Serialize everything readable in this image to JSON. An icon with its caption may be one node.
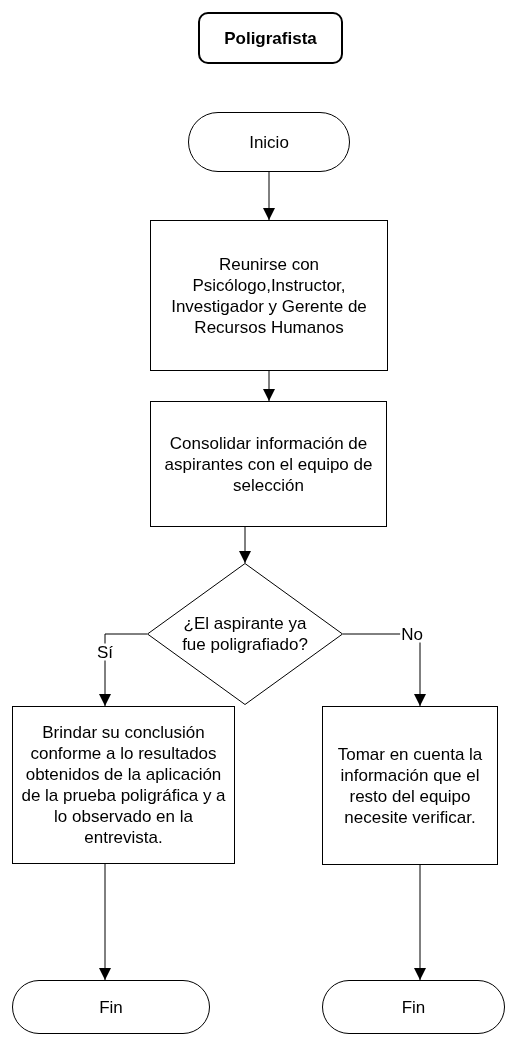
{
  "diagram": {
    "nodes": [
      {
        "text": [
          "Poligrafista"
        ]
      },
      {
        "text": [
          "Inicio"
        ]
      },
      {
        "text": [
          "Reunirse con Psicólogo,Instructor, Investigador y Gerente de Recursos Humanos"
        ]
      },
      {
        "text": [
          "Consolidar información de aspirantes con el equipo de selección"
        ]
      },
      {
        "text": [
          "¿El aspirante ya fue poligrafiado?"
        ]
      },
      {
        "text": [
          "Brindar su conclusión conforme a lo resultados obtenidos de la aplicación de la prueba poligráfica y a lo observado en la entrevista."
        ]
      },
      {
        "text": [
          "Tomar en cuenta la información que el resto del equipo necesite verificar."
        ]
      },
      {
        "text": [
          "Fin"
        ]
      },
      {
        "text": [
          "Fin"
        ]
      }
    ],
    "edges": [
      {
        "from": 1,
        "to": 2,
        "arrow": "to"
      },
      {
        "from": 2,
        "to": 3,
        "arrow": "to"
      },
      {
        "from": 3,
        "to": 4,
        "arrow": "to"
      },
      {
        "from": 4,
        "to": 5,
        "arrow": "to",
        "label": "Sí"
      },
      {
        "from": 4,
        "to": 6,
        "arrow": "to",
        "label": "No"
      },
      {
        "from": 5,
        "to": 7,
        "arrow": "to"
      },
      {
        "from": 6,
        "to": 8,
        "arrow": "to"
      }
    ]
  }
}
